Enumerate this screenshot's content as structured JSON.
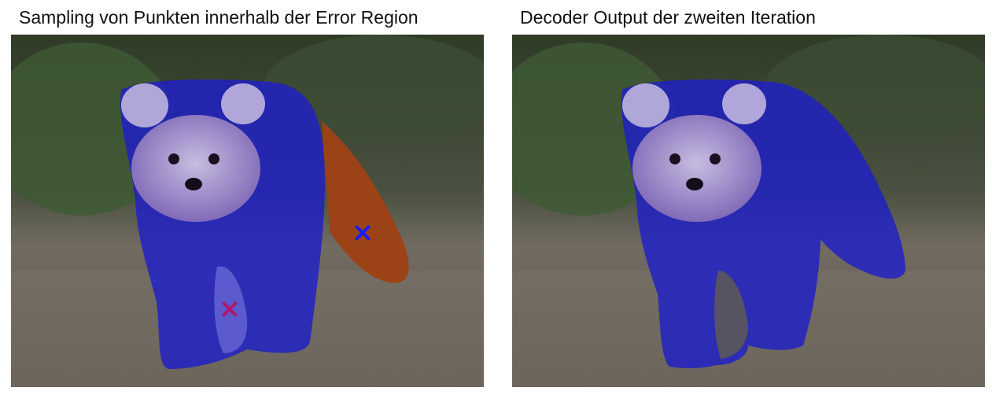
{
  "panels": [
    {
      "title": "Sampling von Punkten innerhalb der Error Region",
      "markers": [
        {
          "symbol": "×",
          "color": "#1a1aff",
          "label": "blue-x-marker"
        },
        {
          "symbol": "×",
          "color": "#b0176b",
          "label": "magenta-x-marker"
        }
      ]
    },
    {
      "title": "Decoder Output der zweiten Iteration",
      "markers": []
    }
  ],
  "colors": {
    "mask": "#1f1fc8",
    "background_ground": "#6e6a64",
    "foliage": "#3f4a35",
    "fur_orange": "#9b3f12",
    "blue_marker": "#1a1aff",
    "magenta_marker": "#b0176b"
  }
}
